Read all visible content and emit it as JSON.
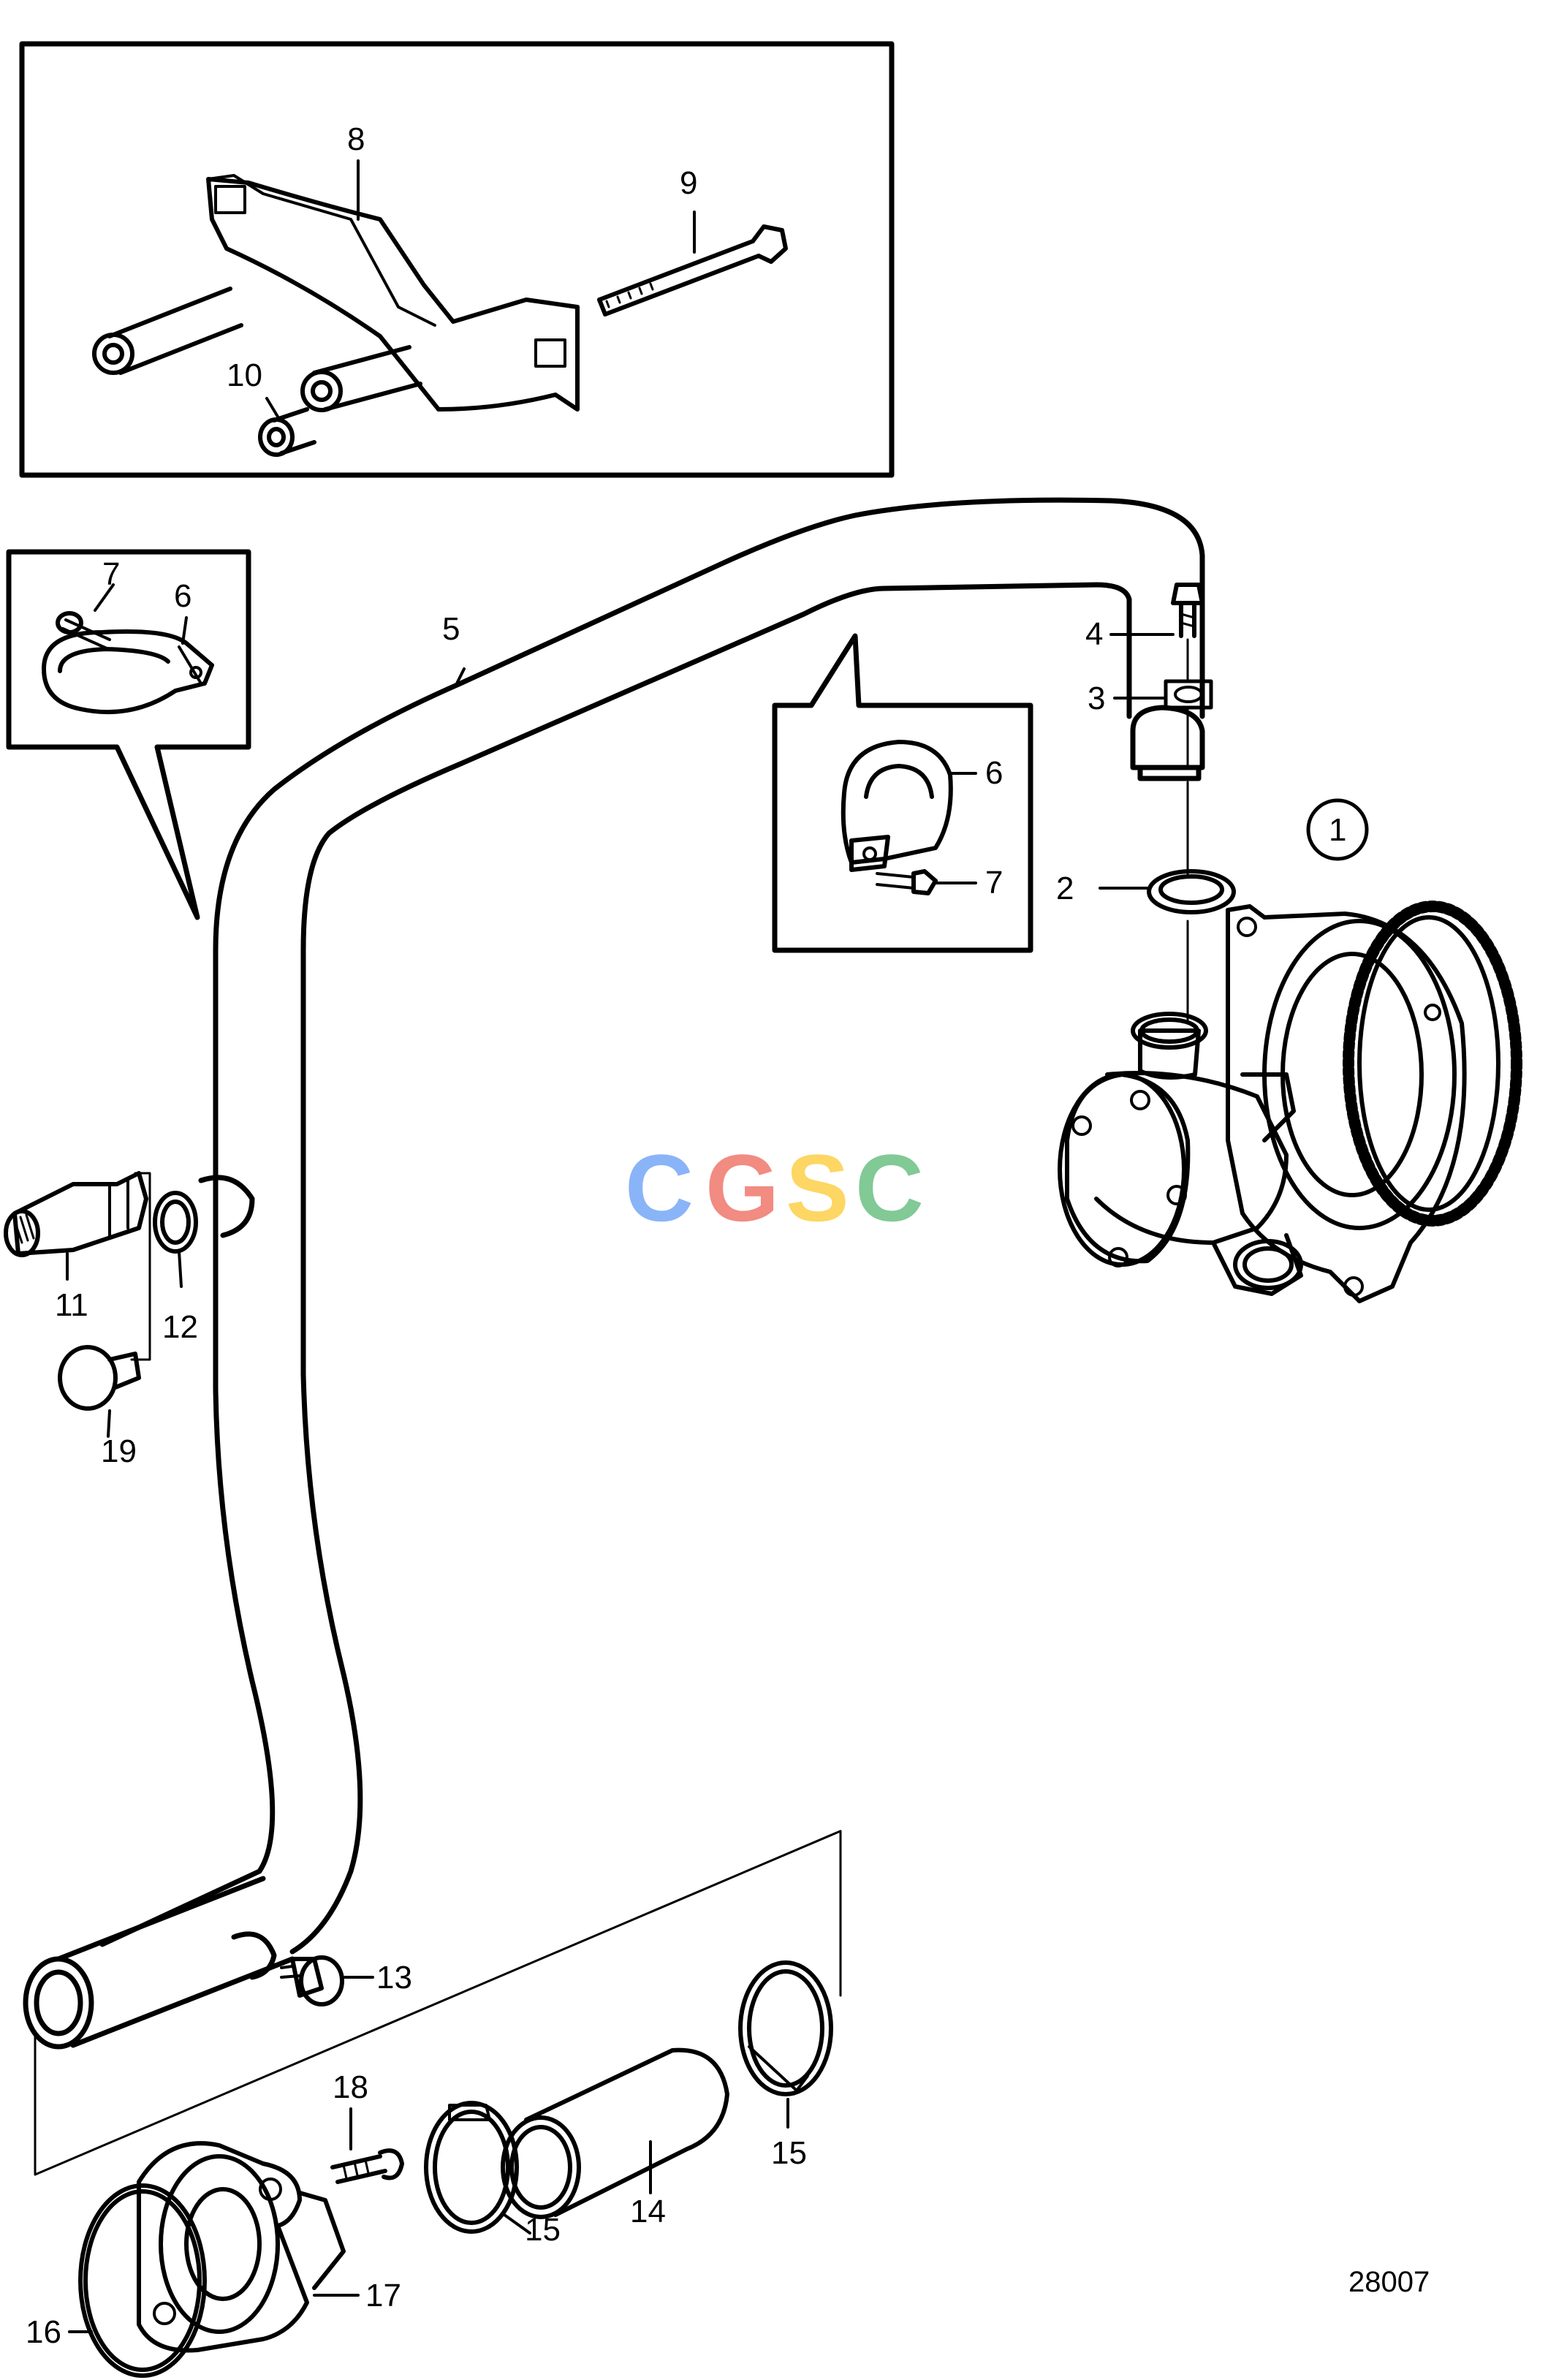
{
  "callouts": {
    "c1": "1",
    "c2": "2",
    "c3": "3",
    "c4": "4",
    "c5": "5",
    "c6a": "6",
    "c6b": "6",
    "c7a": "7",
    "c7b": "7",
    "c8": "8",
    "c9": "9",
    "c10": "10",
    "c11": "11",
    "c12": "12",
    "c13": "13",
    "c14": "14",
    "c15a": "15",
    "c15b": "15",
    "c16": "16",
    "c17": "17",
    "c18": "18",
    "c19": "19"
  },
  "drawing_number": "28007",
  "watermark": "CGSC",
  "watermark_colors": [
    "#8ab4f8",
    "#f28b82",
    "#fdd663",
    "#81c995"
  ]
}
